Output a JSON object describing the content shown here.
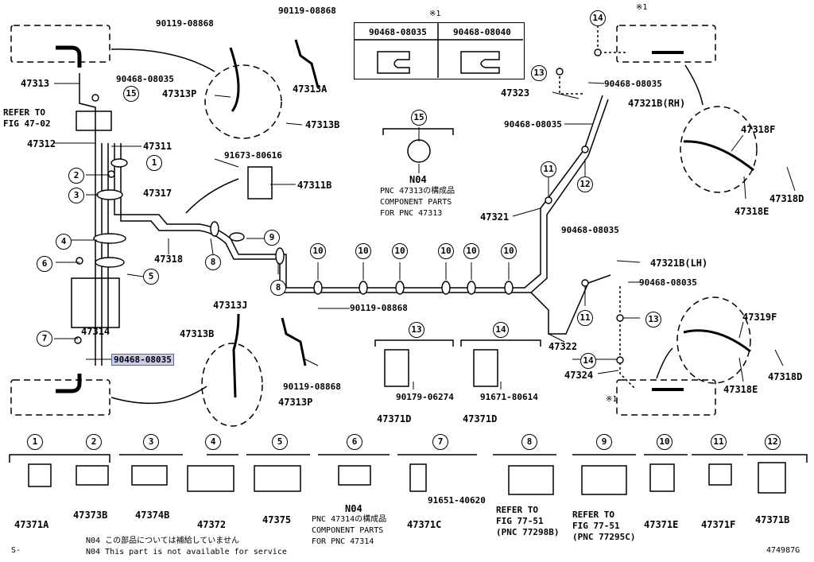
{
  "diagram": {
    "figure_id": "474987G",
    "corner_mark": "S-",
    "kome_mark": "※1",
    "table": {
      "headers": [
        "90468-08035",
        "90468-08040"
      ]
    },
    "labels": {
      "p90119_08868_top_a": "90119-08868",
      "p90119_08868_top_b": "90119-08868",
      "p47313A": "47313A",
      "p47313_top": "47313",
      "p90468_08035_left": "90468-08035",
      "p47313P_top": "47313P",
      "p47313B_top": "47313B",
      "refer_to": "REFER TO",
      "fig_47_02": "FIG 47-02",
      "p47312": "47312",
      "p47311": "47311",
      "p91673_80616": "91673-80616",
      "p47311B": "47311B",
      "p47317": "47317",
      "p47318": "47318",
      "p47314": "47314",
      "p90468_08035_hl": "90468-08035",
      "p47313J": "47313J",
      "p47313B_bot": "47313B",
      "p90119_08868_mid": "90119-08868",
      "p90119_08868_bot": "90119-08868",
      "p47313P_bot": "47313P",
      "n04_mid": "N04",
      "pnc_line1": "PNC 47313の構成品",
      "pnc_line2": "COMPONENT PARTS",
      "pnc_line3": "FOR PNC 47313",
      "p90179_06274": "90179-06274",
      "p91671_80614": "91671-80614",
      "p47371D_a": "47371D",
      "p47371D_b": "47371D",
      "p47323": "47323",
      "p90468_08035_r1": "90468-08035",
      "p47321B_RH": "47321B(RH)",
      "p90468_08035_r2": "90468-08035",
      "p47321": "47321",
      "p47318F_top": "47318F",
      "p47318E_top": "47318E",
      "p47318D_top": "47318D",
      "p90468_08035_r3": "90468-08035",
      "p47321B_LH": "47321B(LH)",
      "p90468_08035_r4": "90468-08035",
      "p47322": "47322",
      "p47324": "47324",
      "p47319F": "47319F",
      "p47318E_bot": "47318E",
      "p47318D_bot": "47318D"
    },
    "bottom_parts": [
      {
        "num": "1",
        "label": "47371A"
      },
      {
        "num": "2",
        "label": "47373B"
      },
      {
        "num": "3",
        "label": "47374B"
      },
      {
        "num": "4",
        "label": "47372"
      },
      {
        "num": "5",
        "label": "47375"
      },
      {
        "num": "6",
        "label": "N04"
      },
      {
        "num": "7",
        "label": "47371C"
      },
      {
        "num": "8",
        "label": "REFER TO"
      },
      {
        "num": "9",
        "label": "REFER TO"
      },
      {
        "num": "10",
        "label": "47371E"
      },
      {
        "num": "11",
        "label": "47371F"
      },
      {
        "num": "12",
        "label": "47371B"
      }
    ],
    "bottom_extra": {
      "p91651_40620": "91651-40620",
      "fig8_line2": "FIG 77-51",
      "fig8_line3": "(PNC 77298B)",
      "fig9_line2": "FIG 77-51",
      "fig9_line3": "(PNC 77295C)",
      "pnc47314_line1": "PNC 47314の構成品",
      "pnc47314_line2": "COMPONENT PARTS",
      "pnc47314_line3": "FOR PNC 47314"
    },
    "footnote": {
      "line1": "N04 この部品については補給していません",
      "line2": "N04 This part is not available for service"
    }
  }
}
